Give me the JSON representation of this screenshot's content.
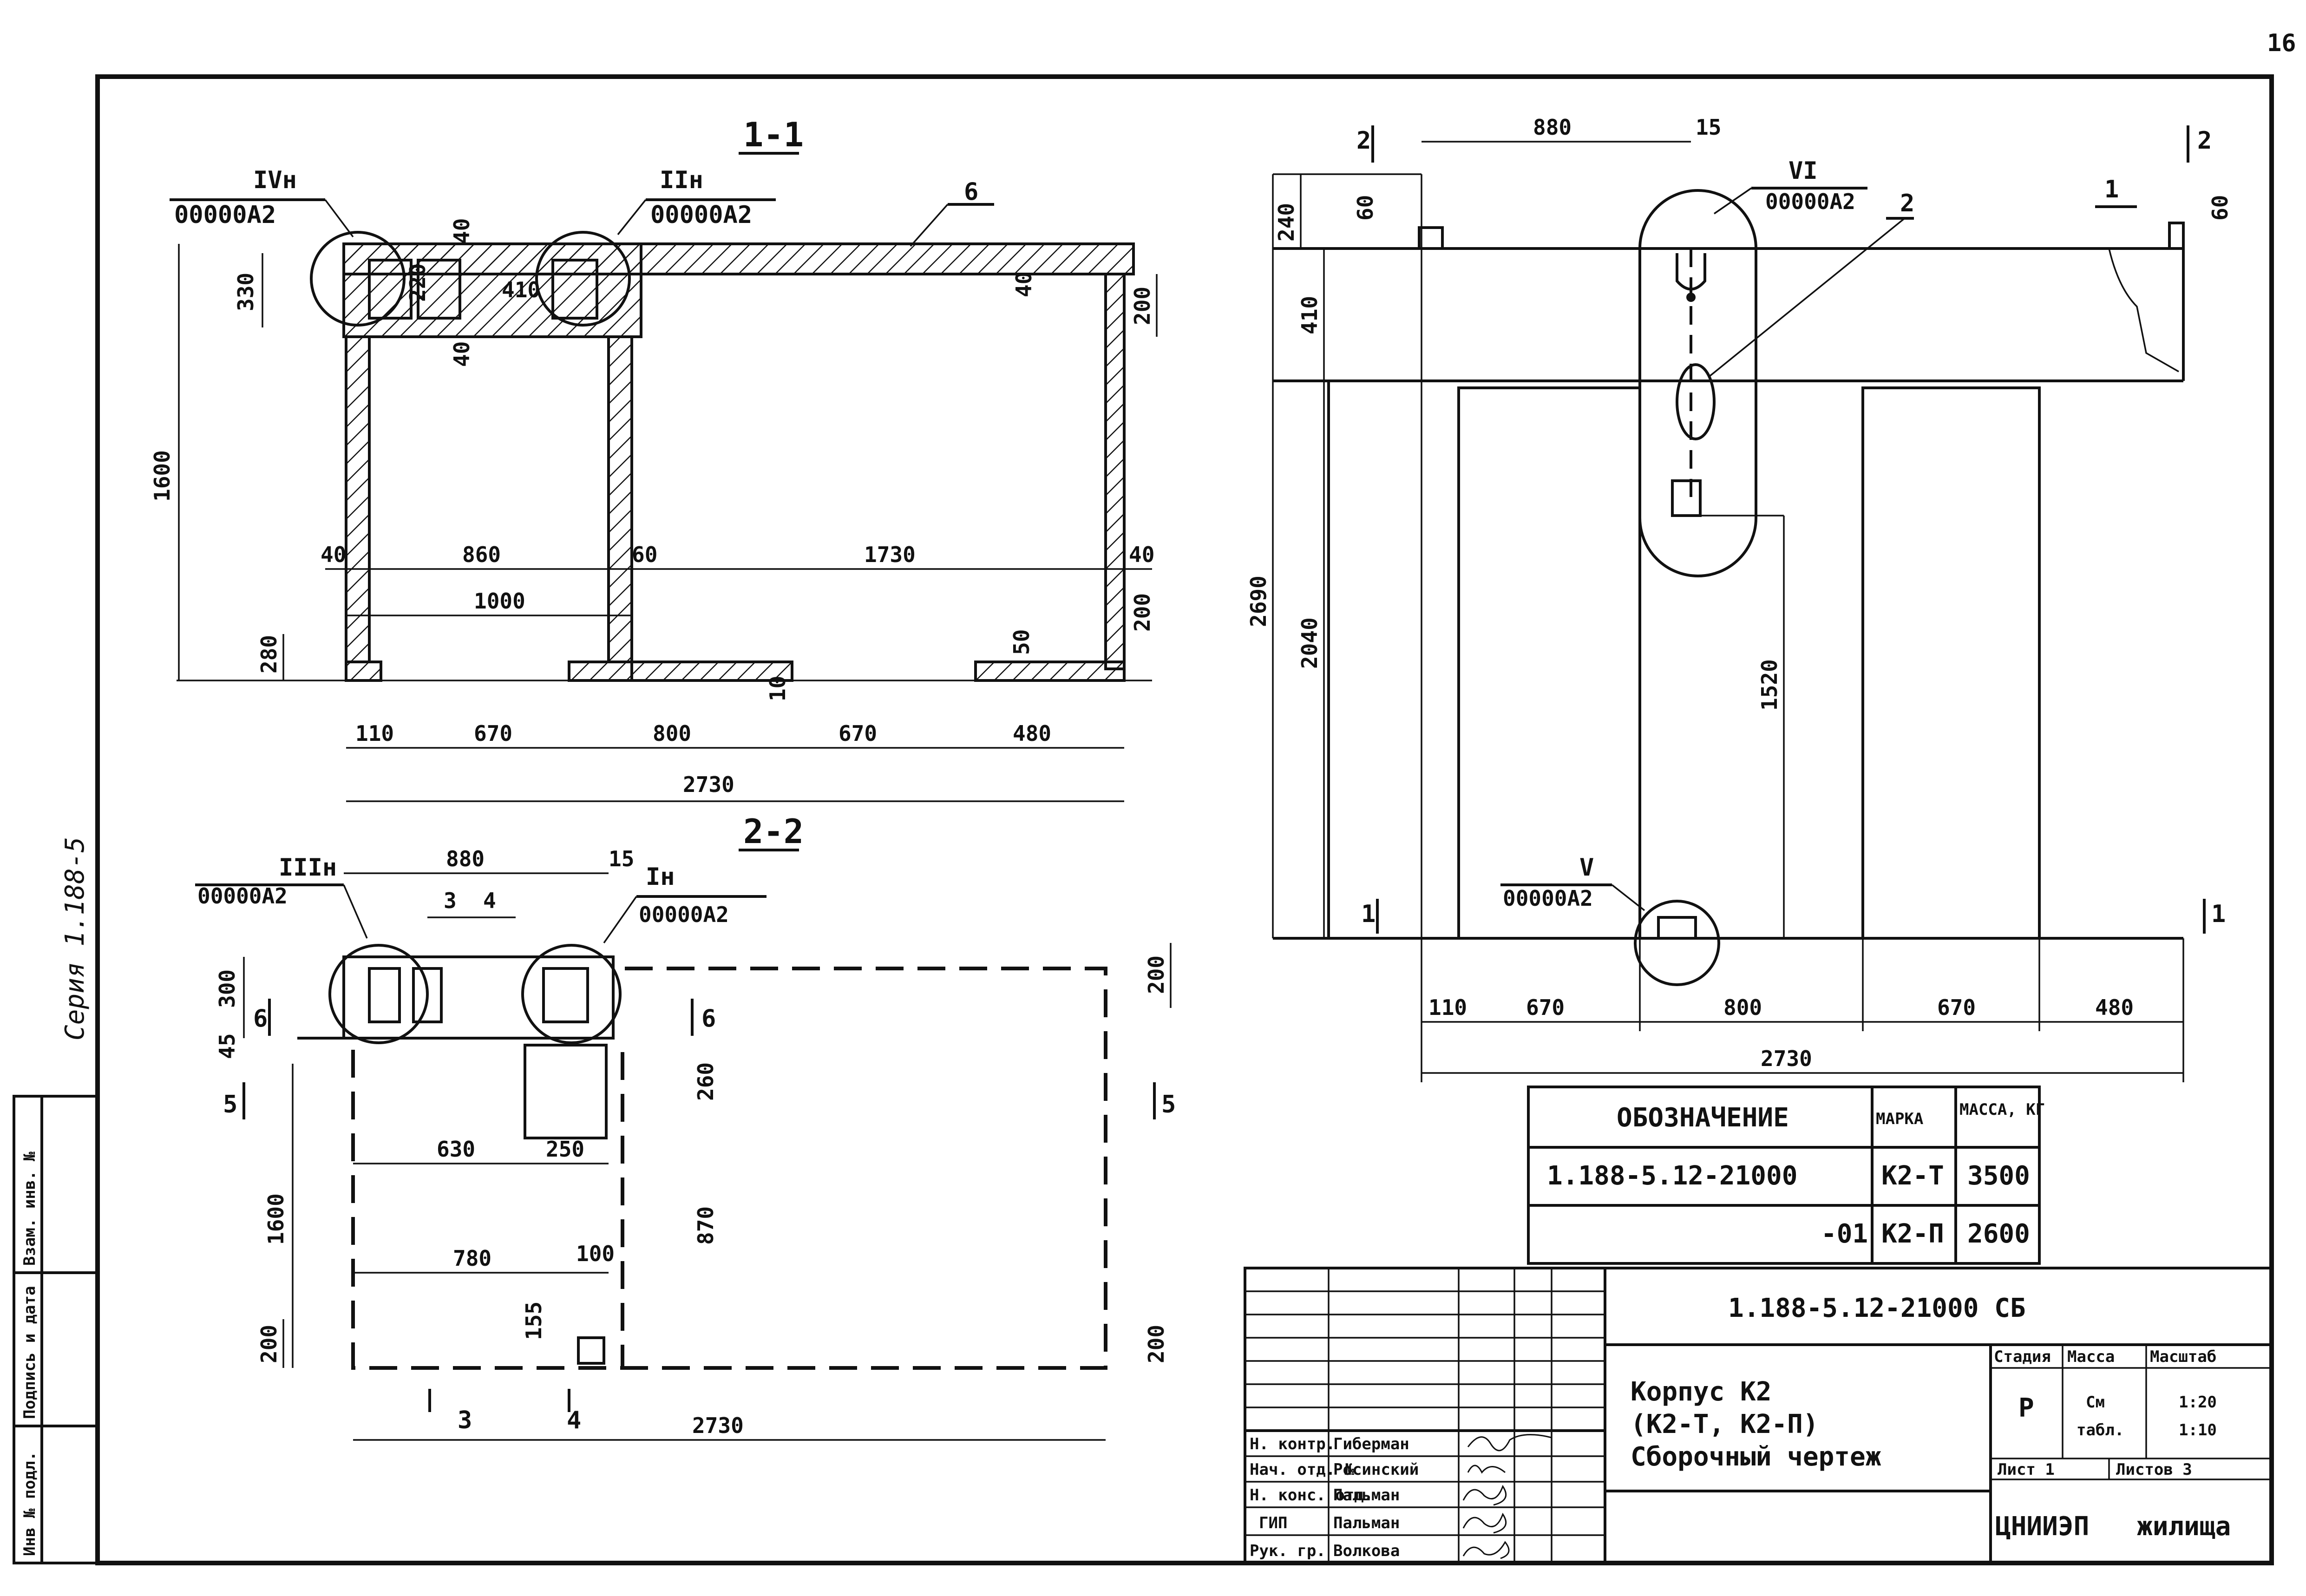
{
  "page": {
    "number": "16",
    "series": "Серия 1.188-5"
  },
  "left_strip": {
    "inv_podl": "Инв № подл.",
    "podpis_data": "Подпись и дата",
    "vzam_inv": "Взам. инв. №"
  },
  "section_1_1": {
    "title": "1-1",
    "callout_iv": "IVн",
    "callout_ii": "IIн",
    "callout_ref": "00000А2",
    "pos_6": "6",
    "dims": {
      "d330": "330",
      "d40a": "40",
      "d220": "220",
      "d410": "410",
      "d40b": "40",
      "d40c": "40",
      "d200a": "200",
      "d1600": "1600",
      "d40d": "40",
      "d860": "860",
      "d60": "60",
      "d1730": "1730",
      "d40e": "40",
      "d1000": "1000",
      "d280": "280",
      "d200b": "200",
      "d50": "50",
      "d10": "10",
      "d110": "110",
      "d670a": "670",
      "d800": "800",
      "d670b": "670",
      "d480": "480",
      "d2730": "2730"
    }
  },
  "section_2_2": {
    "title": "2-2",
    "callout_iii": "IIIн",
    "callout_i": "Iн",
    "callout_ref_iii": "00000А2",
    "callout_ref_i": "00000А2",
    "dims": {
      "d880": "880",
      "d15": "15",
      "d3": "3",
      "d4": "4",
      "d300": "300",
      "d200a": "200",
      "d45": "45",
      "d260": "260",
      "d630": "630",
      "d250": "250",
      "d1600": "1600",
      "d870": "870",
      "d780": "780",
      "d100": "100",
      "d155": "155",
      "d200b": "200",
      "d200c": "200",
      "d2730": "2730",
      "sec3": "3",
      "sec4": "4"
    },
    "cuts": {
      "c6a": "6",
      "c6b": "6",
      "c5a": "5",
      "c5b": "5"
    }
  },
  "elevation": {
    "cut_2": "2",
    "d880": "880",
    "d15": "15",
    "callout_vi": "VI",
    "callout_ref_vi": "00000А2",
    "pos_2": "2",
    "pos_1": "1",
    "d240": "240",
    "d60a": "60",
    "d60b": "60",
    "d410": "410",
    "d2690": "2690",
    "d2040": "2040",
    "d1520": "1520",
    "callout_v": "V",
    "callout_ref_v": "00000А2",
    "cut_1": "1",
    "d110": "110",
    "d670a": "670",
    "d800": "800",
    "d670b": "670",
    "d480": "480",
    "d2730": "2730"
  },
  "spec_table": {
    "headers": [
      "ОБОЗНАЧЕНИЕ",
      "МАРКА",
      "МАССА, КГ"
    ],
    "rows": [
      [
        "1.188-5.12-21000",
        "К2-Т",
        "3500"
      ],
      [
        "-01",
        "К2-П",
        "2600"
      ]
    ]
  },
  "title_block": {
    "doc_code": "1.188-5.12-21000 СБ",
    "name_line1": "Корпус К2",
    "name_line2": "(К2-Т, К2-П)",
    "name_line3": "Сборочный чертеж",
    "stage_label": "Стадия",
    "mass_label": "Масса",
    "scale_label": "Масштаб",
    "stage": "Р",
    "mass_line1": "См",
    "mass_line2": "табл.",
    "scale_line1": "1:20",
    "scale_line2": "1:10",
    "sheet": "Лист 1",
    "sheets": "Листов 3",
    "org_main": "ЦНИИЭП",
    "org_sub": "жилища",
    "roles": [
      "Н. контр.",
      "Нач. отд. №",
      "Н. конс. отд.",
      "ГИП",
      "Рук. гр."
    ],
    "names": [
      "Гиберман",
      "Росинский",
      "Пальман",
      "Пальман",
      "Волкова"
    ]
  }
}
